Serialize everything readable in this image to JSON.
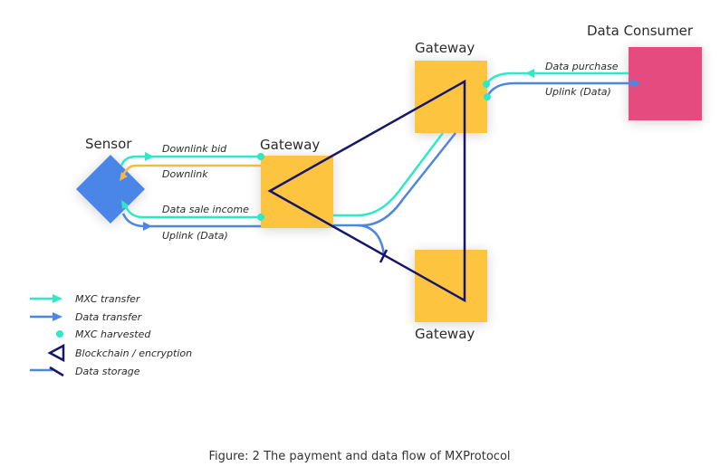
{
  "nodes": {
    "sensor": {
      "label": "Sensor"
    },
    "gateway_left": {
      "label": "Gateway"
    },
    "gateway_top": {
      "label": "Gateway"
    },
    "gateway_bottom": {
      "label": "Gateway"
    },
    "data_consumer": {
      "label": "Data Consumer"
    }
  },
  "flows": {
    "downlink_bid": "Downlink bid",
    "downlink": "Downlink",
    "data_sale_income": "Data sale income",
    "uplink_sensor": "Uplink (Data)",
    "data_purchase": "Data purchase",
    "uplink_consumer": "Uplink (Data)"
  },
  "legend": [
    {
      "icon": "mxc-transfer-arrow-icon",
      "label": "MXC transfer"
    },
    {
      "icon": "data-transfer-arrow-icon",
      "label": "Data transfer"
    },
    {
      "icon": "mxc-harvested-dot-icon",
      "label": "MXC harvested"
    },
    {
      "icon": "blockchain-triangle-icon",
      "label": "Blockchain / encryption"
    },
    {
      "icon": "data-storage-icon",
      "label": "Data storage"
    }
  ],
  "caption": "Figure: 2 The payment and data flow of MXProtocol",
  "colors": {
    "gateway": "#FDC43F",
    "sensor": "#4A86E8",
    "consumer": "#E54B7E",
    "mxc": "#2EE8C6",
    "data": "#4F86E0",
    "downlink": "#F5B942",
    "blockchain": "#16166B"
  }
}
